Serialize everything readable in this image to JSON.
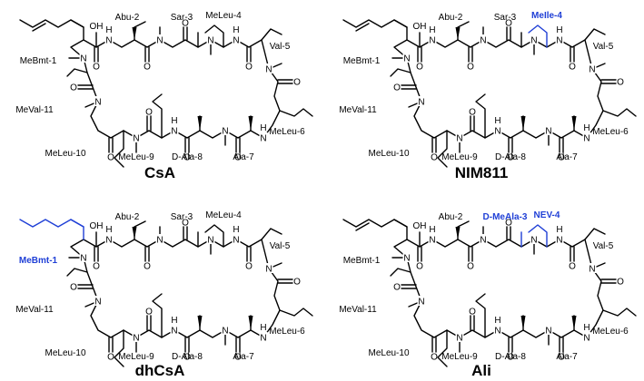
{
  "accent_color": "#1f3fd6",
  "panels": [
    {
      "id": "csa",
      "title": "CsA",
      "labels": [
        "MeBmt-1",
        "Abu-2",
        "Sar-3",
        "MeLeu-4",
        "Val-5",
        "MeLeu-6",
        "Ala-7",
        "D-Ala-8",
        "MeLeu-9",
        "MeLeu-10",
        "MeVal-11"
      ],
      "highlighted": []
    },
    {
      "id": "nim811",
      "title": "NIM811",
      "labels": [
        "MeBmt-1",
        "Abu-2",
        "Sar-3",
        "MeIle-4",
        "Val-5",
        "MeLeu-6",
        "Ala-7",
        "D-Ala-8",
        "MeLeu-9",
        "MeLeu-10",
        "MeVal-11"
      ],
      "highlighted": [
        "MeIle-4"
      ]
    },
    {
      "id": "dhcsa",
      "title": "dhCsA",
      "labels": [
        "MeBmt-1",
        "Abu-2",
        "Sar-3",
        "MeLeu-4",
        "Val-5",
        "MeLeu-6",
        "Ala-7",
        "D-Ala-8",
        "MeLeu-9",
        "MeLeu-10",
        "MeVal-11"
      ],
      "highlighted": [
        "MeBmt-1"
      ]
    },
    {
      "id": "ali",
      "title": "Ali",
      "labels": [
        "MeBmt-1",
        "Abu-2",
        "D-MeAla-3",
        "NEV-4",
        "Val-5",
        "MeLeu-6",
        "Ala-7",
        "D-Ala-8",
        "MeLeu-9",
        "MeLeu-10",
        "MeVal-11"
      ],
      "highlighted": [
        "D-MeAla-3",
        "NEV-4"
      ]
    }
  ],
  "atoms": {
    "oxygen": "O",
    "nitrogen": "N",
    "hydroxyl": "OH",
    "hydrogen": "H"
  }
}
